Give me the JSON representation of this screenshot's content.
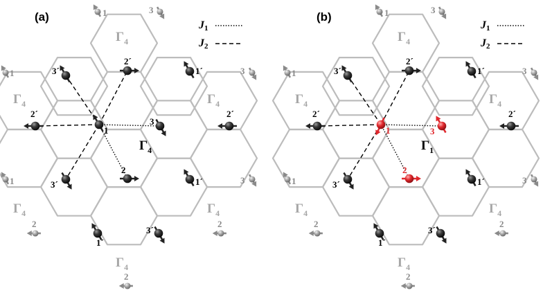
{
  "panels": [
    {
      "label": "(a)",
      "center_irrep": {
        "symbol": "Γ",
        "sub": "4"
      },
      "outer_irrep": {
        "symbol": "Γ",
        "sub": "4"
      }
    },
    {
      "label": "(b)",
      "center_irrep": {
        "symbol": "Γ",
        "sub": "1"
      },
      "outer_irrep": {
        "symbol": "Γ",
        "sub": "4"
      }
    }
  ],
  "legend": {
    "j1": {
      "symbol": "J",
      "sub": "1"
    },
    "j2": {
      "symbol": "J",
      "sub": "2"
    }
  },
  "site_labels": {
    "s1": "1",
    "s2": "2",
    "s3": "3",
    "p1": "1´",
    "p2": "2´",
    "p3": "3´"
  },
  "colors": {
    "hex_line": "#bcbcbc",
    "spin_dark": "#222222",
    "spin_gray": "#8a8a8a",
    "spin_red": "#e0282d",
    "gamma_dark": "#000000",
    "gamma_gray": "#a6a6a6"
  }
}
